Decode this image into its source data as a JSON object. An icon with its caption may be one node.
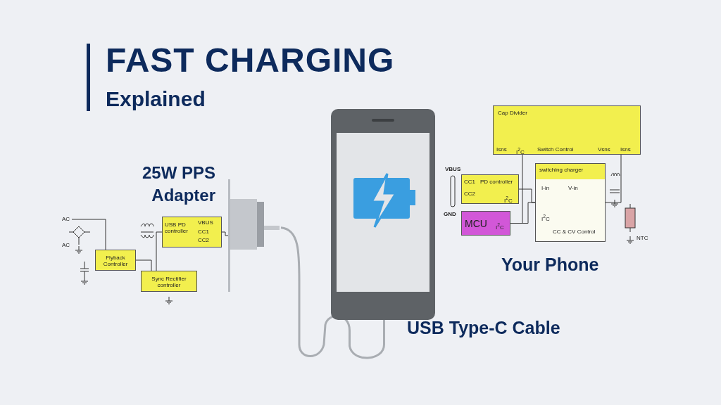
{
  "diagram": {
    "title": "FAST CHARGING",
    "nodes": [
      {
        "text": [
          "AC"
        ]
      },
      {
        "text": [
          "AC"
        ]
      },
      {
        "text": [
          "Flyback Controller"
        ]
      },
      {
        "text": [
          "Sync Rectifier controller"
        ]
      },
      {
        "text": [
          "VBUS",
          "USB PD controller",
          "CC1",
          "CC2"
        ]
      },
      {
        "text": [],
        "shape": "picture"
      },
      {
        "text": [],
        "shape": "picture"
      },
      {
        "text": [
          "Cap Divider",
          "Isns",
          "I$^{2}$C",
          "Switch Control",
          "Vsns",
          "Isns"
        ]
      },
      {
        "text": [
          "switching charger",
          "I-in",
          "V-in",
          "I$^{2}$C",
          "CC & CV Control"
        ]
      },
      {
        "text": [
          "CC1",
          "CC2",
          "PD controller",
          "I$^{2}$C"
        ]
      },
      {
        "text": [
          "MCU",
          "I$^{2}$C"
        ]
      }
    ],
    "edges": [
      {
        "from": 4,
        "to": 3,
        "arrow": "none"
      },
      {
        "from": 5,
        "to": 6,
        "arrow": "none",
        "style": "thick",
        "color": "#a9adb2"
      },
      {
        "from": 10,
        "to": 8,
        "arrow": "none"
      },
      {
        "from": 10,
        "to": 7,
        "arrow": "none"
      },
      {
        "from": 9,
        "to": 8,
        "arrow": "none"
      },
      {
        "from": 0,
        "to": 2,
        "arrow": "none"
      },
      {
        "from": 2,
        "to": 3,
        "arrow": "none"
      },
      {
        "from": 4,
        "to": 5,
        "arrow": "none"
      },
      {
        "from": 7,
        "to": 8,
        "arrow": "none"
      }
    ],
    "labels": [
      "Explained",
      "25W PPS Adapter",
      "VBUS",
      "GND",
      "NTC",
      "Your Phone",
      "USB Type-C Cable"
    ]
  }
}
